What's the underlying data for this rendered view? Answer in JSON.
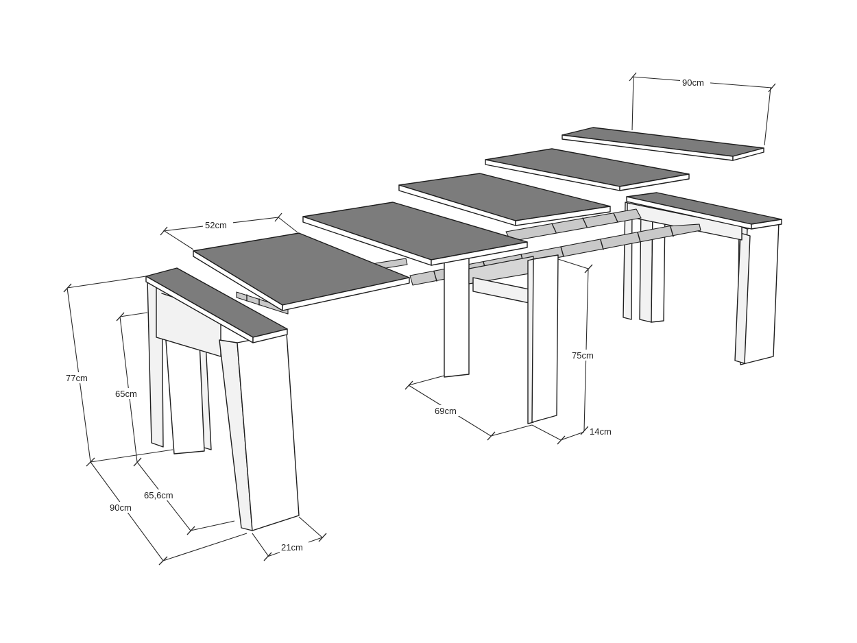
{
  "dimensions": {
    "top_width": "90cm",
    "leaf_depth": "52cm",
    "height_total": "77cm",
    "height_inner": "65cm",
    "depth_closed": "90cm",
    "inner_depth": "65,6cm",
    "leg_width": "21cm",
    "height_middle": "75cm",
    "middle_span": "69cm",
    "middle_leg": "14cm"
  },
  "colors": {
    "tabletop": "#7c7c7c",
    "line": "#1e1e1e",
    "background": "#ffffff"
  }
}
